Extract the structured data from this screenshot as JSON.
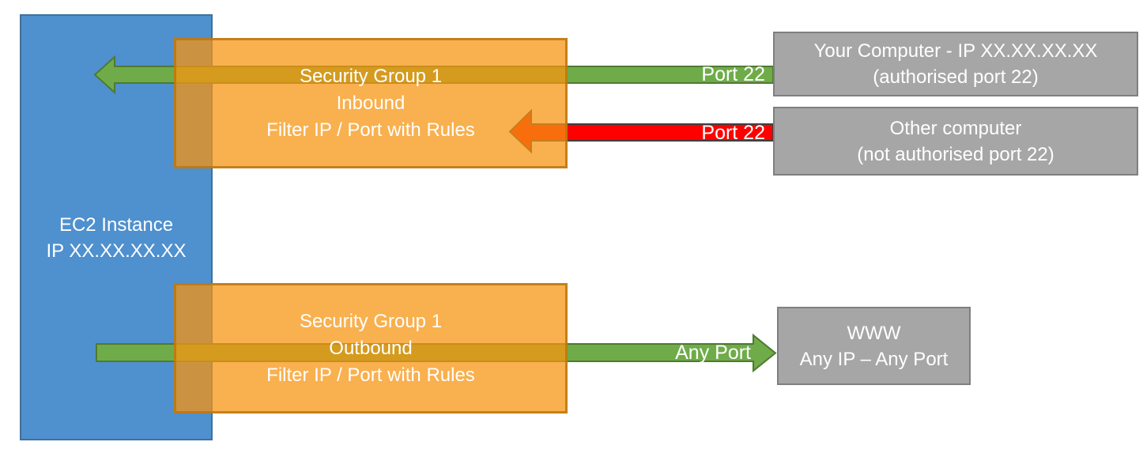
{
  "diagram": {
    "ec2": {
      "line1": "EC2 Instance",
      "line2": "IP XX.XX.XX.XX"
    },
    "security_group_inbound": {
      "line1": "Security Group 1",
      "line2": "Inbound",
      "line3": "Filter IP / Port with Rules"
    },
    "security_group_outbound": {
      "line1": "Security Group 1",
      "line2": "Outbound",
      "line3": "Filter IP / Port with Rules"
    },
    "your_computer": {
      "line1": "Your Computer - IP XX.XX.XX.XX",
      "line2": "(authorised port 22)"
    },
    "other_computer": {
      "line1": "Other computer",
      "line2": "(not authorised port 22)"
    },
    "www": {
      "line1": "WWW",
      "line2": "Any IP – Any Port"
    },
    "arrows": {
      "inbound_allowed": {
        "label": "Port 22",
        "status": "allowed",
        "color": "#6FAC49"
      },
      "inbound_blocked": {
        "label": "Port 22",
        "status": "blocked",
        "color": "#FF0000"
      },
      "outbound_allowed": {
        "label": "Any Port",
        "status": "allowed",
        "color": "#6FAC49"
      }
    },
    "colors": {
      "ec2_fill": "#4F90CE",
      "ec2_border": "#41719C",
      "security_group_fill": "#F79410",
      "security_group_border": "#B8740C",
      "endpoint_fill": "#A6A6A6",
      "endpoint_border": "#7F7F7F",
      "allowed_green": "#6FAC49",
      "allowed_green_border": "#4E7A31",
      "blocked_red": "#FF0000",
      "blocked_red_border": "#404040",
      "text": "#FFFFFF"
    }
  }
}
